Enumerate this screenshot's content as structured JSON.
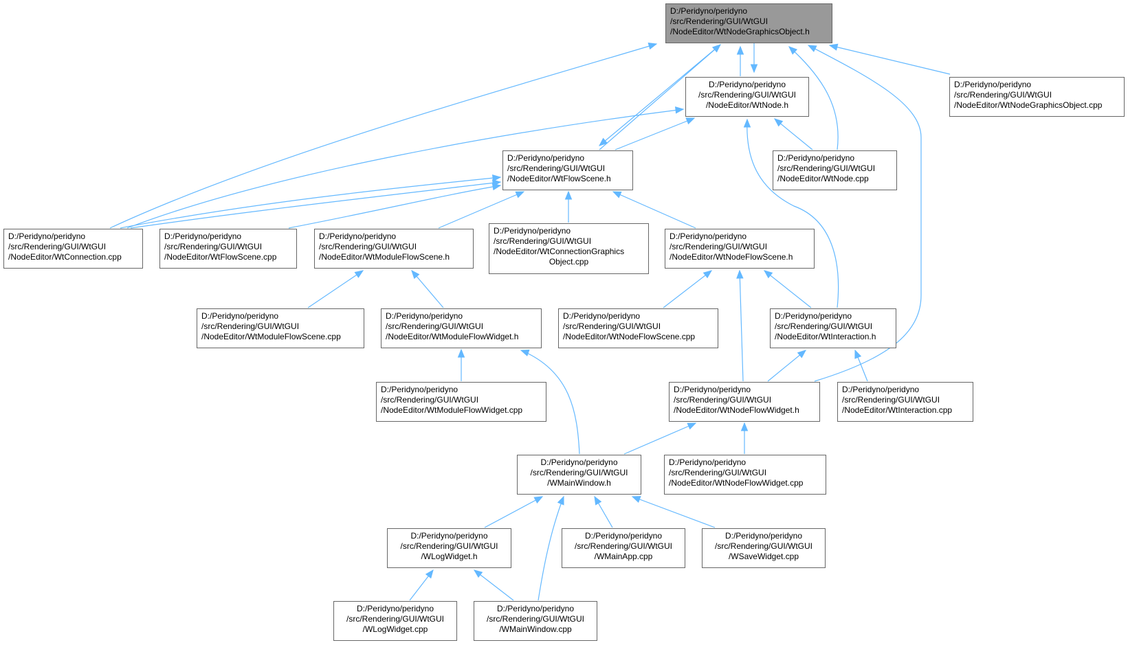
{
  "diagram": {
    "edge_color": "#63b8ff",
    "node_border_color": "#666666",
    "root_fill_color": "#999999",
    "nodes": [
      {
        "id": "root",
        "lines": [
          "D:/Peridyno/peridyno",
          "/src/Rendering/GUI/WtGUI",
          "/NodeEditor/WtNodeGraphicsObject.h"
        ]
      },
      {
        "id": "ngo_cpp",
        "lines": [
          "D:/Peridyno/peridyno",
          "/src/Rendering/GUI/WtGUI",
          "/NodeEditor/WtNodeGraphicsObject.cpp"
        ]
      },
      {
        "id": "node_h",
        "lines": [
          "D:/Peridyno/peridyno",
          "/src/Rendering/GUI/WtGUI",
          "/NodeEditor/WtNode.h"
        ]
      },
      {
        "id": "flowscene_h",
        "lines": [
          "D:/Peridyno/peridyno",
          "/src/Rendering/GUI/WtGUI",
          "/NodeEditor/WtFlowScene.h"
        ]
      },
      {
        "id": "node_cpp",
        "lines": [
          "D:/Peridyno/peridyno",
          "/src/Rendering/GUI/WtGUI",
          "/NodeEditor/WtNode.cpp"
        ]
      },
      {
        "id": "connection_cpp",
        "lines": [
          "D:/Peridyno/peridyno",
          "/src/Rendering/GUI/WtGUI",
          "/NodeEditor/WtConnection.cpp"
        ]
      },
      {
        "id": "flowscene_cpp",
        "lines": [
          "D:/Peridyno/peridyno",
          "/src/Rendering/GUI/WtGUI",
          "/NodeEditor/WtFlowScene.cpp"
        ]
      },
      {
        "id": "moduleflowscene_h",
        "lines": [
          "D:/Peridyno/peridyno",
          "/src/Rendering/GUI/WtGUI",
          "/NodeEditor/WtModuleFlowScene.h"
        ]
      },
      {
        "id": "conngraphics_cpp",
        "lines": [
          "D:/Peridyno/peridyno",
          "/src/Rendering/GUI/WtGUI",
          "/NodeEditor/WtConnectionGraphics",
          "Object.cpp"
        ]
      },
      {
        "id": "nodeflowscene_h",
        "lines": [
          "D:/Peridyno/peridyno",
          "/src/Rendering/GUI/WtGUI",
          "/NodeEditor/WtNodeFlowScene.h"
        ]
      },
      {
        "id": "moduleflowscene_cpp",
        "lines": [
          "D:/Peridyno/peridyno",
          "/src/Rendering/GUI/WtGUI",
          "/NodeEditor/WtModuleFlowScene.cpp"
        ]
      },
      {
        "id": "moduleflowwidget_h",
        "lines": [
          "D:/Peridyno/peridyno",
          "/src/Rendering/GUI/WtGUI",
          "/NodeEditor/WtModuleFlowWidget.h"
        ]
      },
      {
        "id": "nodeflowscene_cpp",
        "lines": [
          "D:/Peridyno/peridyno",
          "/src/Rendering/GUI/WtGUI",
          "/NodeEditor/WtNodeFlowScene.cpp"
        ]
      },
      {
        "id": "interaction_h",
        "lines": [
          "D:/Peridyno/peridyno",
          "/src/Rendering/GUI/WtGUI",
          "/NodeEditor/WtInteraction.h"
        ]
      },
      {
        "id": "moduleflowwidget_cpp",
        "lines": [
          "D:/Peridyno/peridyno",
          "/src/Rendering/GUI/WtGUI",
          "/NodeEditor/WtModuleFlowWidget.cpp"
        ]
      },
      {
        "id": "nodeflowwidget_h",
        "lines": [
          "D:/Peridyno/peridyno",
          "/src/Rendering/GUI/WtGUI",
          "/NodeEditor/WtNodeFlowWidget.h"
        ]
      },
      {
        "id": "interaction_cpp",
        "lines": [
          "D:/Peridyno/peridyno",
          "/src/Rendering/GUI/WtGUI",
          "/NodeEditor/WtInteraction.cpp"
        ]
      },
      {
        "id": "mainwindow_h",
        "lines": [
          "D:/Peridyno/peridyno",
          "/src/Rendering/GUI/WtGUI",
          "/WMainWindow.h"
        ]
      },
      {
        "id": "nodeflowwidget_cpp",
        "lines": [
          "D:/Peridyno/peridyno",
          "/src/Rendering/GUI/WtGUI",
          "/NodeEditor/WtNodeFlowWidget.cpp"
        ]
      },
      {
        "id": "logwidget_h",
        "lines": [
          "D:/Peridyno/peridyno",
          "/src/Rendering/GUI/WtGUI",
          "/WLogWidget.h"
        ]
      },
      {
        "id": "mainapp_cpp",
        "lines": [
          "D:/Peridyno/peridyno",
          "/src/Rendering/GUI/WtGUI",
          "/WMainApp.cpp"
        ]
      },
      {
        "id": "savewidget_cpp",
        "lines": [
          "D:/Peridyno/peridyno",
          "/src/Rendering/GUI/WtGUI",
          "/WSaveWidget.cpp"
        ]
      },
      {
        "id": "logwidget_cpp",
        "lines": [
          "D:/Peridyno/peridyno",
          "/src/Rendering/GUI/WtGUI",
          "/WLogWidget.cpp"
        ]
      },
      {
        "id": "mainwindow_cpp",
        "lines": [
          "D:/Peridyno/peridyno",
          "/src/Rendering/GUI/WtGUI",
          "/WMainWindow.cpp"
        ]
      }
    ]
  }
}
